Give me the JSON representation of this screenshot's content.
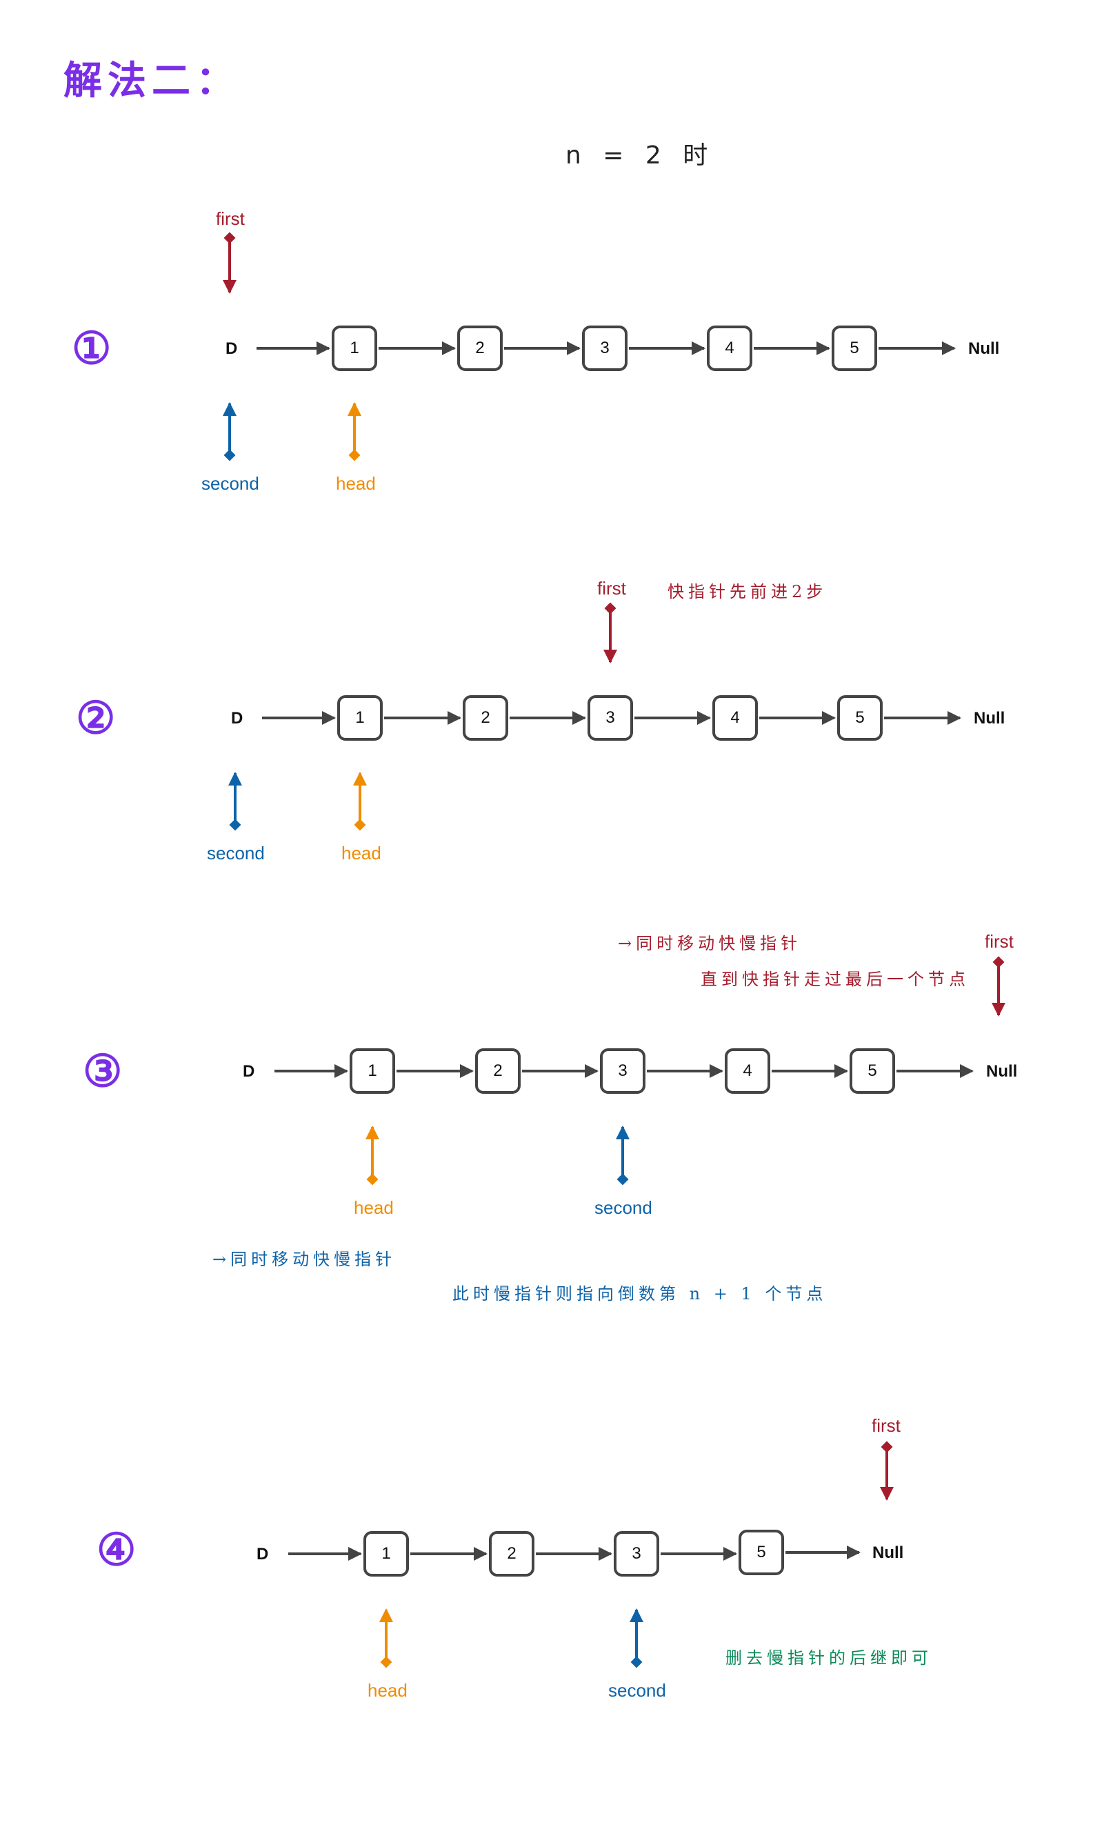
{
  "title": "解法二：",
  "subtitle": "n = 2   时",
  "labels": {
    "D": "D",
    "null": "Null",
    "first": "first",
    "second": "second",
    "head": "head"
  },
  "colors": {
    "first": "#a51d2d",
    "second": "#0e63a8",
    "head": "#f08c00",
    "title": "#7a2ee6",
    "note_red": "#a51d2d",
    "note_blue": "#0e63a8",
    "note_green": "#0c8a5a"
  },
  "steps": [
    {
      "marker": "①",
      "nodes": [
        "1",
        "2",
        "3",
        "4",
        "5"
      ],
      "notes": []
    },
    {
      "marker": "②",
      "nodes": [
        "1",
        "2",
        "3",
        "4",
        "5"
      ],
      "notes": [
        "快指针先前进2步"
      ]
    },
    {
      "marker": "③",
      "nodes": [
        "1",
        "2",
        "3",
        "4",
        "5"
      ],
      "notes": [
        "→同时移动快慢指针",
        "直到快指针走过最后一个节点",
        "→同时移动快慢指针",
        "此时慢指针则指向倒数第 n + 1 个节点"
      ]
    },
    {
      "marker": "④",
      "nodes": [
        "1",
        "2",
        "3",
        "5"
      ],
      "notes": [
        "删去慢指针的后继即可"
      ]
    }
  ]
}
